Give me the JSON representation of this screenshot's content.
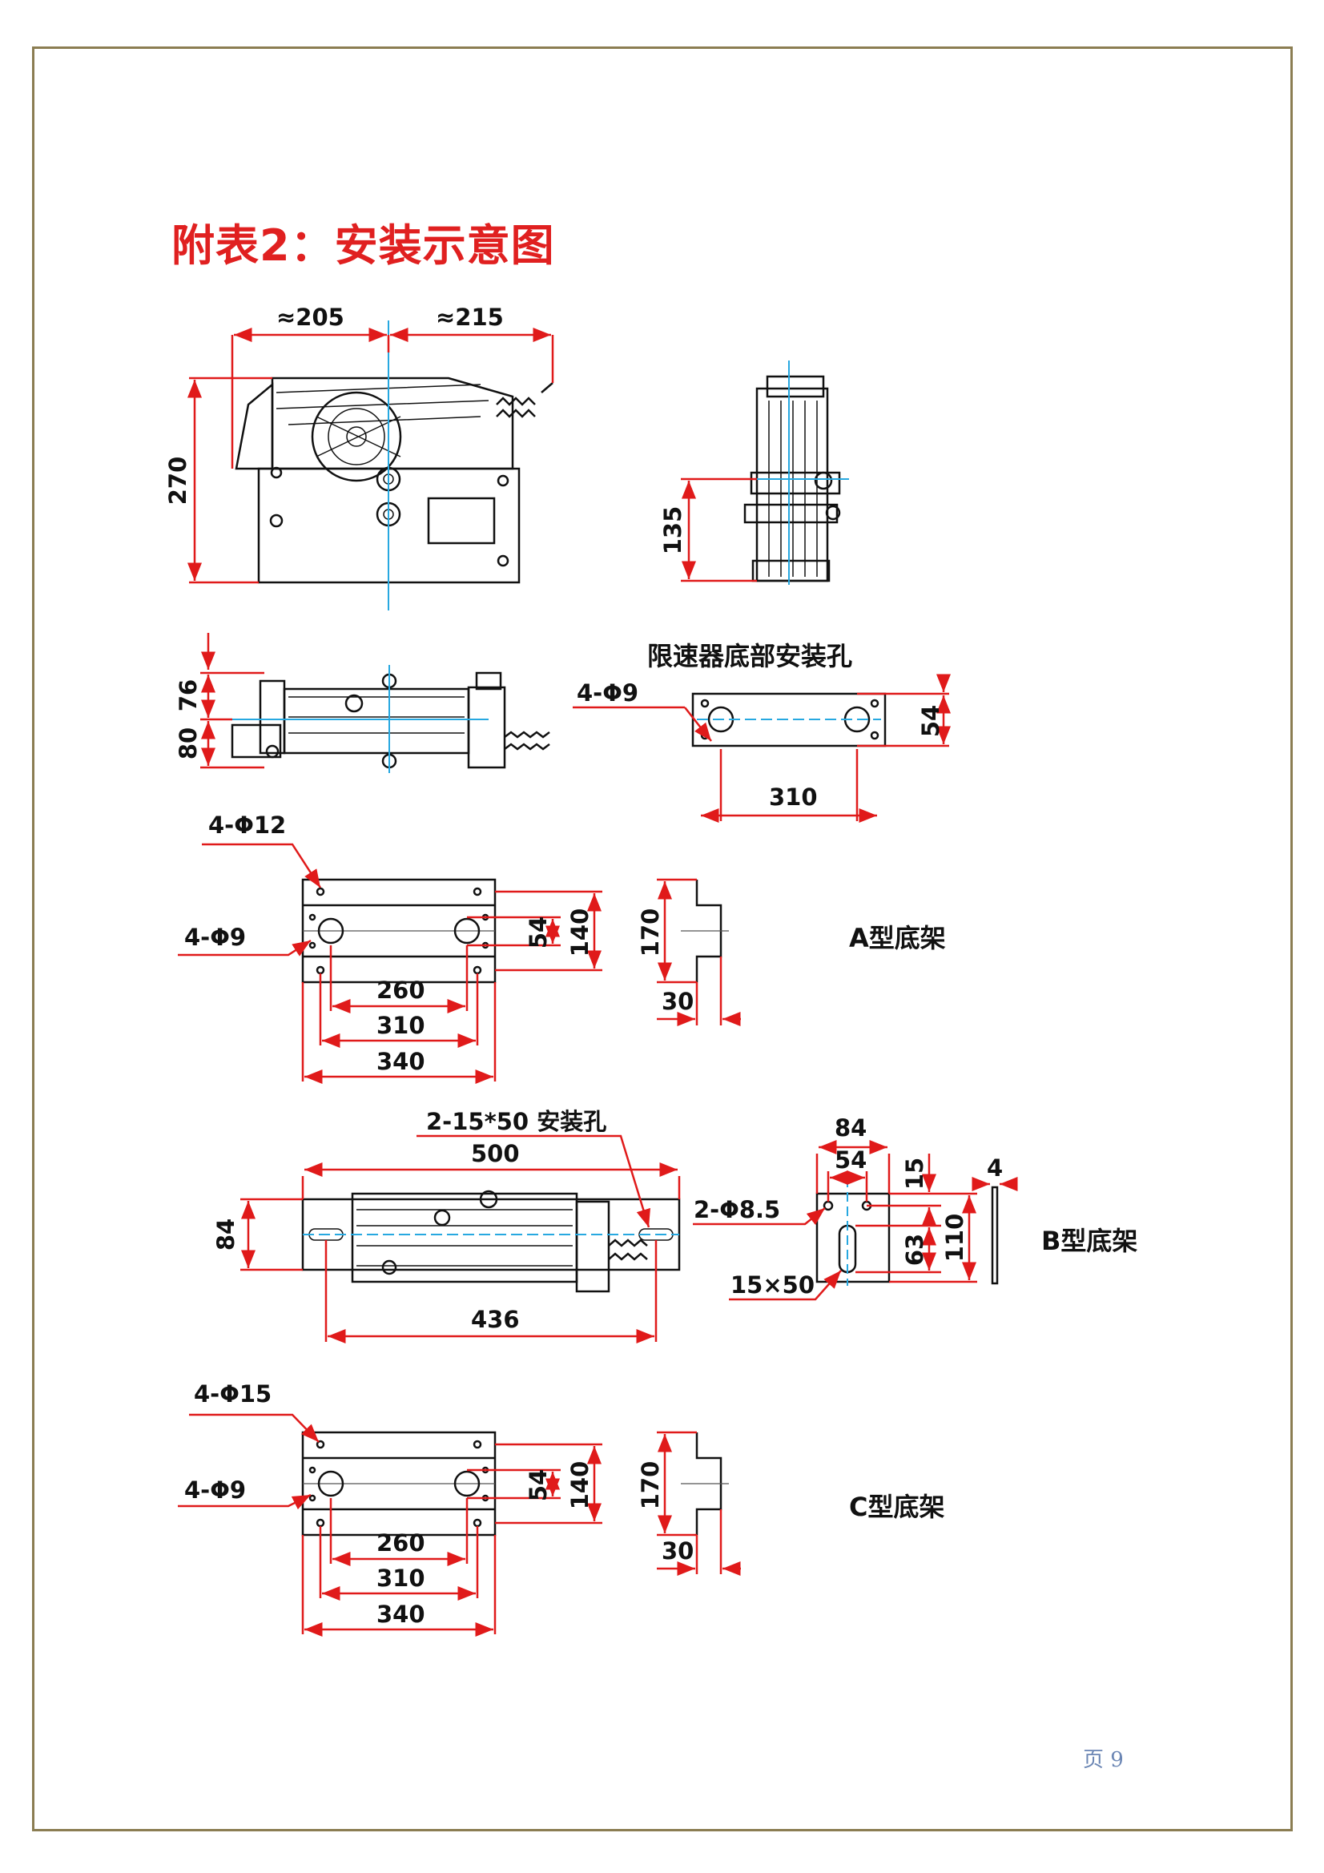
{
  "title": "附表2：安装示意图",
  "page_number": "页 9",
  "labels": {
    "governor_base_holes": "限速器底部安装孔",
    "frame_a": "A型底架",
    "frame_b": "B型底架",
    "frame_c": "C型底架",
    "mount_slots": "2-15*50 安装孔"
  },
  "dims": {
    "d205": "≈205",
    "d215": "≈215",
    "d270": "270",
    "d135": "135",
    "d76": "76",
    "d80": "80",
    "hole_4phi9": "4-Φ9",
    "d54": "54",
    "d310": "310",
    "hole_4phi12": "4-Φ12",
    "d140": "140",
    "d170": "170",
    "d260": "260",
    "d340": "340",
    "d30": "30",
    "d500": "500",
    "d84": "84",
    "d436": "436",
    "hole_2phi85": "2-Φ8.5",
    "slot_15x50": "15×50",
    "d15": "15",
    "d63": "63",
    "d110": "110",
    "d4": "4",
    "hole_4phi15": "4-Φ15"
  },
  "colors": {
    "title": "#e02020",
    "dimension_line": "#e01a1a",
    "center_line": "#27a8e0",
    "frame_border": "#8b7d52",
    "page_number": "#6b86b4"
  }
}
